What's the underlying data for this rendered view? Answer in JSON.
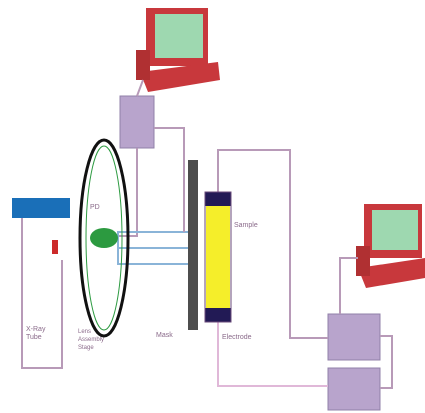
{
  "labels": {
    "tube": "X-Ray Tube",
    "lens_top": "PD",
    "lens_bottom": "Lens Assembly Stage",
    "sample_upper": "Sample",
    "sample_lower": "Electrode",
    "plate": "Mask"
  },
  "boxes": {
    "top": "",
    "right_upper": "",
    "right_lower": ""
  },
  "colors": {
    "monitor_body": "#c8383c",
    "monitor_screen": "#9ed8b0",
    "control_box": "#b8a4cc",
    "tube": "#1a6fb8",
    "lens_ring": "#111111",
    "lens_green": "#2c9a40",
    "sample_yellow": "#f5ee2a",
    "electrode": "#221a55",
    "plate": "#4d4d4d",
    "wire_blue": "#8ab4d8",
    "wire_violet": "#b89ab8"
  }
}
